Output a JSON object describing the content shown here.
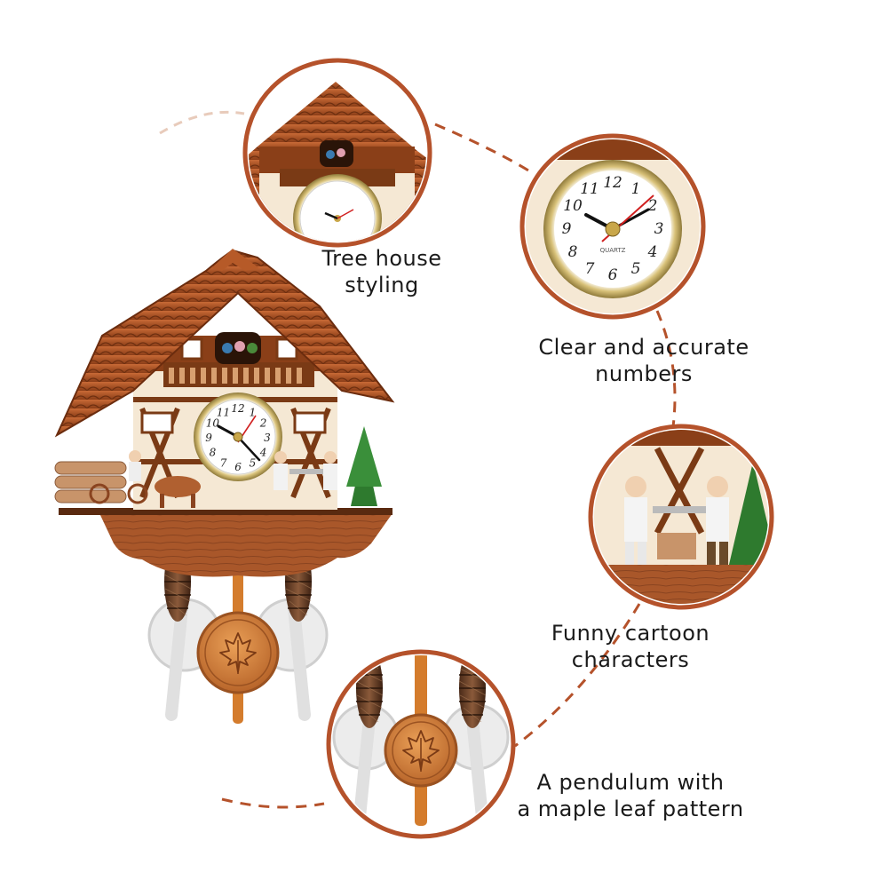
{
  "features": [
    {
      "line1": "Tree house",
      "line2": "styling"
    },
    {
      "line1": "Clear and accurate",
      "line2": "numbers"
    },
    {
      "line1": "Funny cartoon",
      "line2": "characters"
    },
    {
      "line1": "A pendulum with",
      "line2": "a maple leaf pattern"
    }
  ],
  "clock_dial": {
    "brand": "QUARTZ",
    "numerals": [
      "12",
      "1",
      "2",
      "3",
      "4",
      "5",
      "6",
      "7",
      "8",
      "9",
      "10",
      "11"
    ]
  },
  "colors": {
    "accent": "#b5522b",
    "wood_dark": "#7a3a15",
    "wood_mid": "#a8552a",
    "wood_light": "#d88f5a",
    "pendulum": "#d9822f",
    "text": "#1a1a1a"
  },
  "icons": [
    "cuckoo-clock-house",
    "maple-leaf-icon",
    "pine-cone-weight-icon"
  ]
}
